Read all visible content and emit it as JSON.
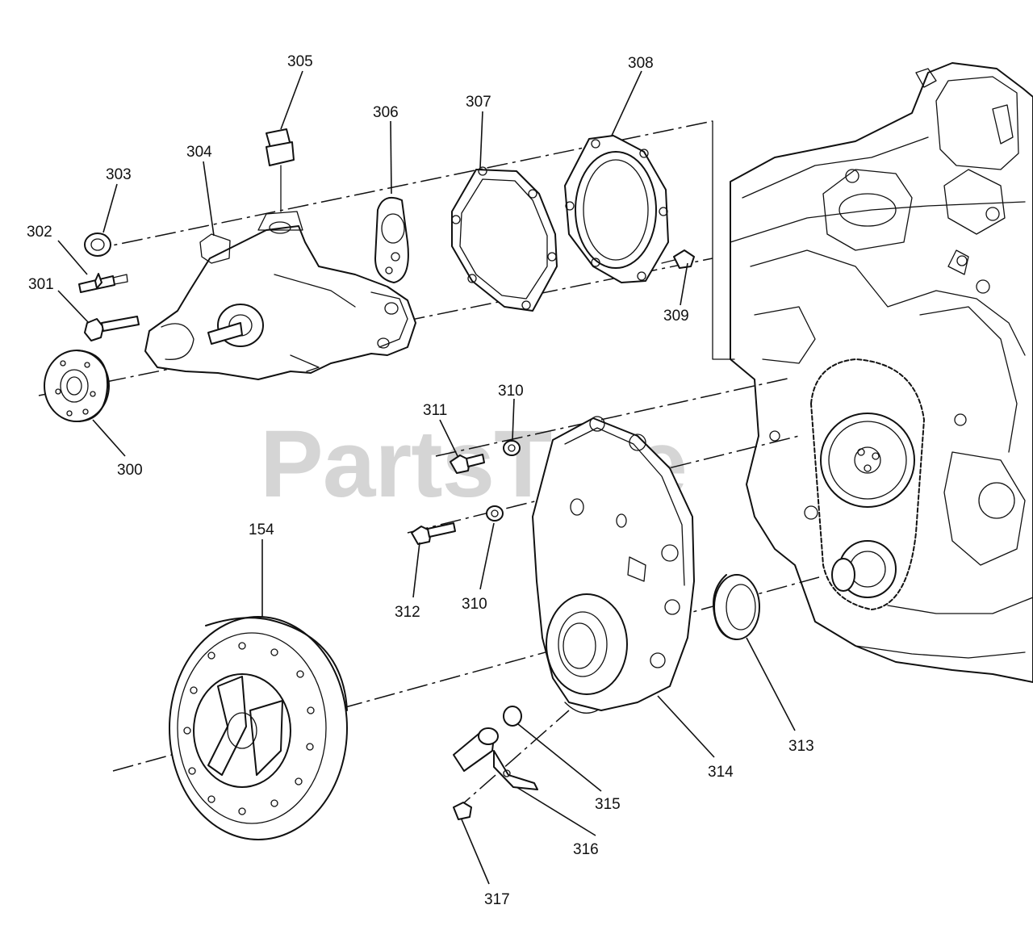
{
  "watermark": "PartsTree",
  "callouts": [
    {
      "id": "305",
      "label": "305"
    },
    {
      "id": "306",
      "label": "306"
    },
    {
      "id": "307",
      "label": "307"
    },
    {
      "id": "308",
      "label": "308"
    },
    {
      "id": "304",
      "label": "304"
    },
    {
      "id": "303",
      "label": "303"
    },
    {
      "id": "302",
      "label": "302"
    },
    {
      "id": "301",
      "label": "301"
    },
    {
      "id": "300",
      "label": "300"
    },
    {
      "id": "309",
      "label": "309"
    },
    {
      "id": "310a",
      "label": "310"
    },
    {
      "id": "311",
      "label": "311"
    },
    {
      "id": "310b",
      "label": "310"
    },
    {
      "id": "312",
      "label": "312"
    },
    {
      "id": "154",
      "label": "154"
    },
    {
      "id": "313",
      "label": "313"
    },
    {
      "id": "314",
      "label": "314"
    },
    {
      "id": "315",
      "label": "315"
    },
    {
      "id": "316",
      "label": "316"
    },
    {
      "id": "317",
      "label": "317"
    }
  ]
}
